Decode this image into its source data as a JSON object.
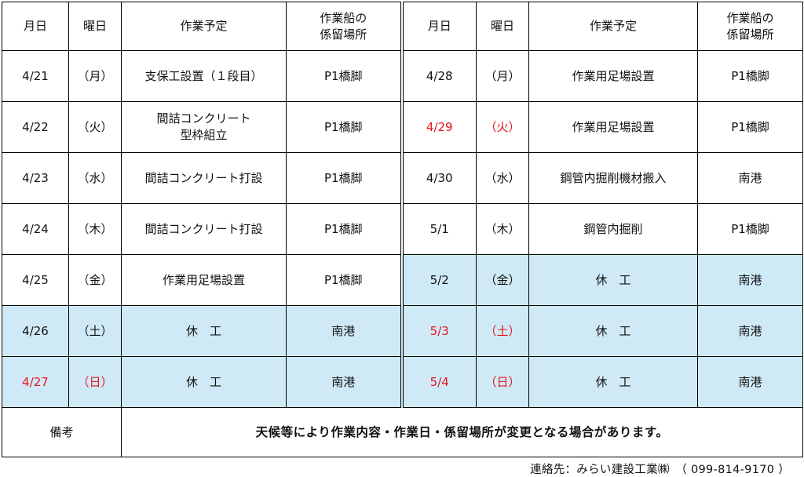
{
  "headers": [
    "月日",
    "曜日",
    "作業予定",
    [
      "作業船の",
      "係留場所"
    ],
    "月日",
    "曜日",
    "作業予定",
    [
      "作業船の",
      "係留場所"
    ]
  ],
  "rows": [
    {
      "left": {
        "date": "4/21",
        "day": "（月）",
        "task": [
          "支保工設置（１段目）"
        ],
        "place": "P1橋脚",
        "holiday": false,
        "rest": false
      },
      "right": {
        "date": "4/28",
        "day": "（月）",
        "task": [
          "作業用足場設置"
        ],
        "place": "P1橋脚",
        "holiday": false,
        "rest": false
      }
    },
    {
      "left": {
        "date": "4/22",
        "day": "（火）",
        "task": [
          "間詰コンクリート",
          "型枠組立"
        ],
        "place": "P1橋脚",
        "holiday": false,
        "rest": false
      },
      "right": {
        "date": "4/29",
        "day": "（火）",
        "task": [
          "作業用足場設置"
        ],
        "place": "P1橋脚",
        "holiday": true,
        "rest": false
      }
    },
    {
      "left": {
        "date": "4/23",
        "day": "（水）",
        "task": [
          "間詰コンクリート打設"
        ],
        "place": "P1橋脚",
        "holiday": false,
        "rest": false
      },
      "right": {
        "date": "4/30",
        "day": "（水）",
        "task": [
          "鋼管内掘削機材搬入"
        ],
        "place": "南港",
        "holiday": false,
        "rest": false
      }
    },
    {
      "left": {
        "date": "4/24",
        "day": "（木）",
        "task": [
          "間詰コンクリート打設"
        ],
        "place": "P1橋脚",
        "holiday": false,
        "rest": false
      },
      "right": {
        "date": "5/1",
        "day": "（木）",
        "task": [
          "鋼管内掘削"
        ],
        "place": "P1橋脚",
        "holiday": false,
        "rest": false
      }
    },
    {
      "left": {
        "date": "4/25",
        "day": "（金）",
        "task": [
          "作業用足場設置"
        ],
        "place": "P1橋脚",
        "holiday": false,
        "rest": false
      },
      "right": {
        "date": "5/2",
        "day": "（金）",
        "task": [
          "休　工"
        ],
        "place": "南港",
        "holiday": false,
        "rest": true
      }
    },
    {
      "left": {
        "date": "4/26",
        "day": "（土）",
        "task": [
          "休　工"
        ],
        "place": "南港",
        "holiday": false,
        "rest": true
      },
      "right": {
        "date": "5/3",
        "day": "（土）",
        "task": [
          "休　工"
        ],
        "place": "南港",
        "holiday": true,
        "rest": true
      }
    },
    {
      "left": {
        "date": "4/27",
        "day": "（日）",
        "task": [
          "休　工"
        ],
        "place": "南港",
        "holiday": true,
        "rest": true
      },
      "right": {
        "date": "5/4",
        "day": "（日）",
        "task": [
          "休　工"
        ],
        "place": "南港",
        "holiday": true,
        "rest": true
      }
    }
  ],
  "note": {
    "label": "備考",
    "text": "天候等により作業内容・作業日・係留場所が変更となる場合があります。"
  },
  "contact": "連絡先：みらい建設工業㈱　（ 099-814-9170 ）",
  "colors": {
    "holiday_text": "#e8141e",
    "rest_fill": "#cfeaf6",
    "border": "#000000"
  }
}
